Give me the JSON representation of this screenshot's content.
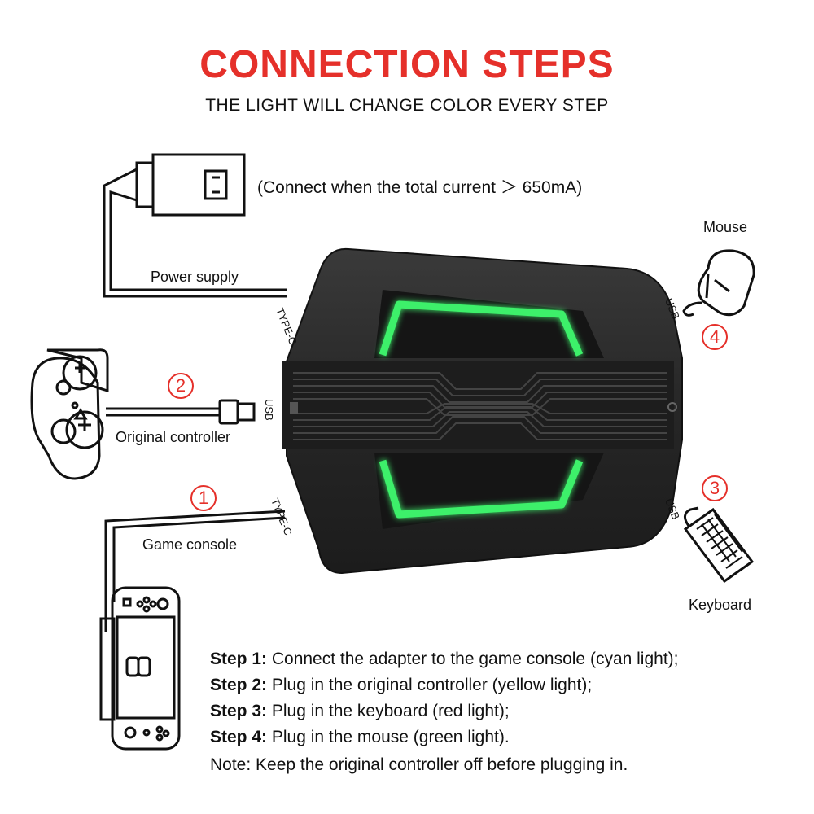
{
  "header": {
    "title": "CONNECTION STEPS",
    "subtitle": "THE LIGHT WILL CHANGE COLOR EVERY STEP"
  },
  "power": {
    "note": "(Connect when the total current ＞ 650mA)",
    "label": "Power supply",
    "port": "TYPE-C"
  },
  "controller": {
    "number": "2",
    "label": "Original controller",
    "port": "USB"
  },
  "console": {
    "number": "1",
    "label": "Game console",
    "port": "TYPE-C"
  },
  "mouse": {
    "number": "4",
    "label": "Mouse",
    "port": "USB"
  },
  "keyboard": {
    "number": "3",
    "label": "Keyboard",
    "port": "USB"
  },
  "colors": {
    "accent": "#e5302a",
    "led": "#3cf06a",
    "device": "#2a2a2a"
  },
  "steps": [
    {
      "label": "Step 1:",
      "text": " Connect the adapter to the game console (cyan light);"
    },
    {
      "label": "Step 2:",
      "text": " Plug in the original controller (yellow light);"
    },
    {
      "label": "Step 3:",
      "text": " Plug in the keyboard (red light);"
    },
    {
      "label": "Step 4:",
      "text": " Plug in the mouse (green light)."
    }
  ],
  "note": "Note: Keep the original controller off before plugging in."
}
